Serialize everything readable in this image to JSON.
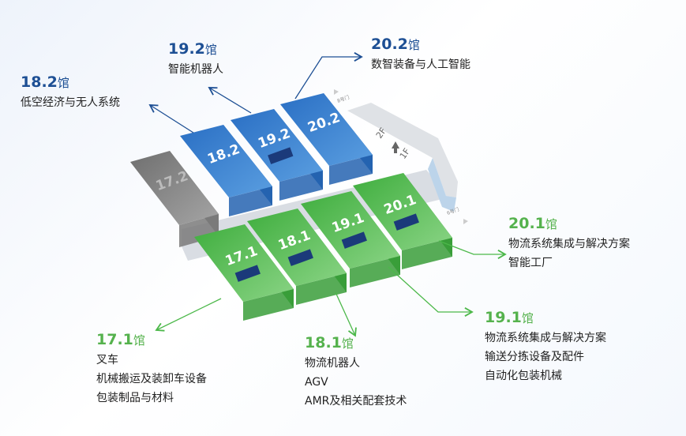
{
  "halls": {
    "h182": {
      "num": "18.2",
      "suffix": "馆",
      "lines": [
        "低空经济与无人系统"
      ]
    },
    "h192": {
      "num": "19.2",
      "suffix": "馆",
      "lines": [
        "智能机器人"
      ]
    },
    "h202": {
      "num": "20.2",
      "suffix": "馆",
      "lines": [
        "数智装备与人工智能"
      ]
    },
    "h201": {
      "num": "20.1",
      "suffix": "馆",
      "lines": [
        "物流系统集成与解决方案",
        "智能工厂"
      ]
    },
    "h191": {
      "num": "19.1",
      "suffix": "馆",
      "lines": [
        "物流系统集成与解决方案",
        "输送分拣设备及配件",
        "自动化包装机械"
      ]
    },
    "h181": {
      "num": "18.1",
      "suffix": "馆",
      "lines": [
        "物流机器人",
        "AGV",
        "AMR及相关配套技术"
      ]
    },
    "h171": {
      "num": "17.1",
      "suffix": "馆",
      "lines": [
        "叉车",
        "机械搬运及装卸车设备",
        "包装制品与材料"
      ]
    }
  },
  "buildings": {
    "b172": "17.2",
    "b182": "18.2",
    "b192": "19.2",
    "b202": "20.2",
    "b171": "17.1",
    "b181": "18.1",
    "b191": "19.1",
    "b201": "20.1"
  },
  "ramp": {
    "up": "2F",
    "down": "1F",
    "gate8": "8号门",
    "gate6": "6号门"
  },
  "colors": {
    "blue": "#2f7bd0",
    "green": "#4cb84a",
    "gray": "#8a8a8a",
    "blue_text": "#1d4f94",
    "green_text": "#55b24d"
  }
}
